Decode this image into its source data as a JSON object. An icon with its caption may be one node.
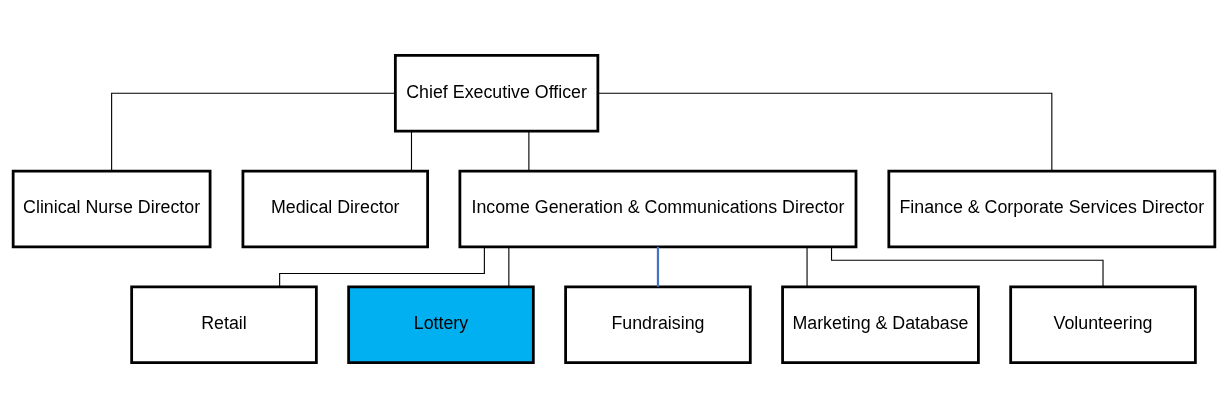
{
  "diagram": {
    "nodes": [
      {
        "text": [
          "Chief Executive Officer"
        ]
      },
      {
        "text": [
          "Clinical Nurse Director"
        ]
      },
      {
        "text": [
          "Medical Director"
        ]
      },
      {
        "text": [
          "Income Generation & Communications Director"
        ]
      },
      {
        "text": [
          "Finance & Corporate Services Director"
        ]
      },
      {
        "text": [
          "Retail"
        ]
      },
      {
        "text": [
          "Lottery"
        ]
      },
      {
        "text": [
          "Fundraising"
        ]
      },
      {
        "text": [
          "Marketing & Database"
        ]
      },
      {
        "text": [
          "Volunteering"
        ]
      }
    ],
    "edges": [
      {
        "from": 0,
        "to": 1,
        "arrow": "none"
      },
      {
        "from": 0,
        "to": 2,
        "arrow": "none"
      },
      {
        "from": 0,
        "to": 3,
        "arrow": "none"
      },
      {
        "from": 0,
        "to": 4,
        "arrow": "none"
      },
      {
        "from": 3,
        "to": 5,
        "arrow": "none"
      },
      {
        "from": 3,
        "to": 6,
        "arrow": "none"
      },
      {
        "from": 3,
        "to": 7,
        "arrow": "none",
        "color": "#4472c4"
      },
      {
        "from": 3,
        "to": 8,
        "arrow": "none"
      },
      {
        "from": 3,
        "to": 9,
        "arrow": "none"
      }
    ]
  }
}
